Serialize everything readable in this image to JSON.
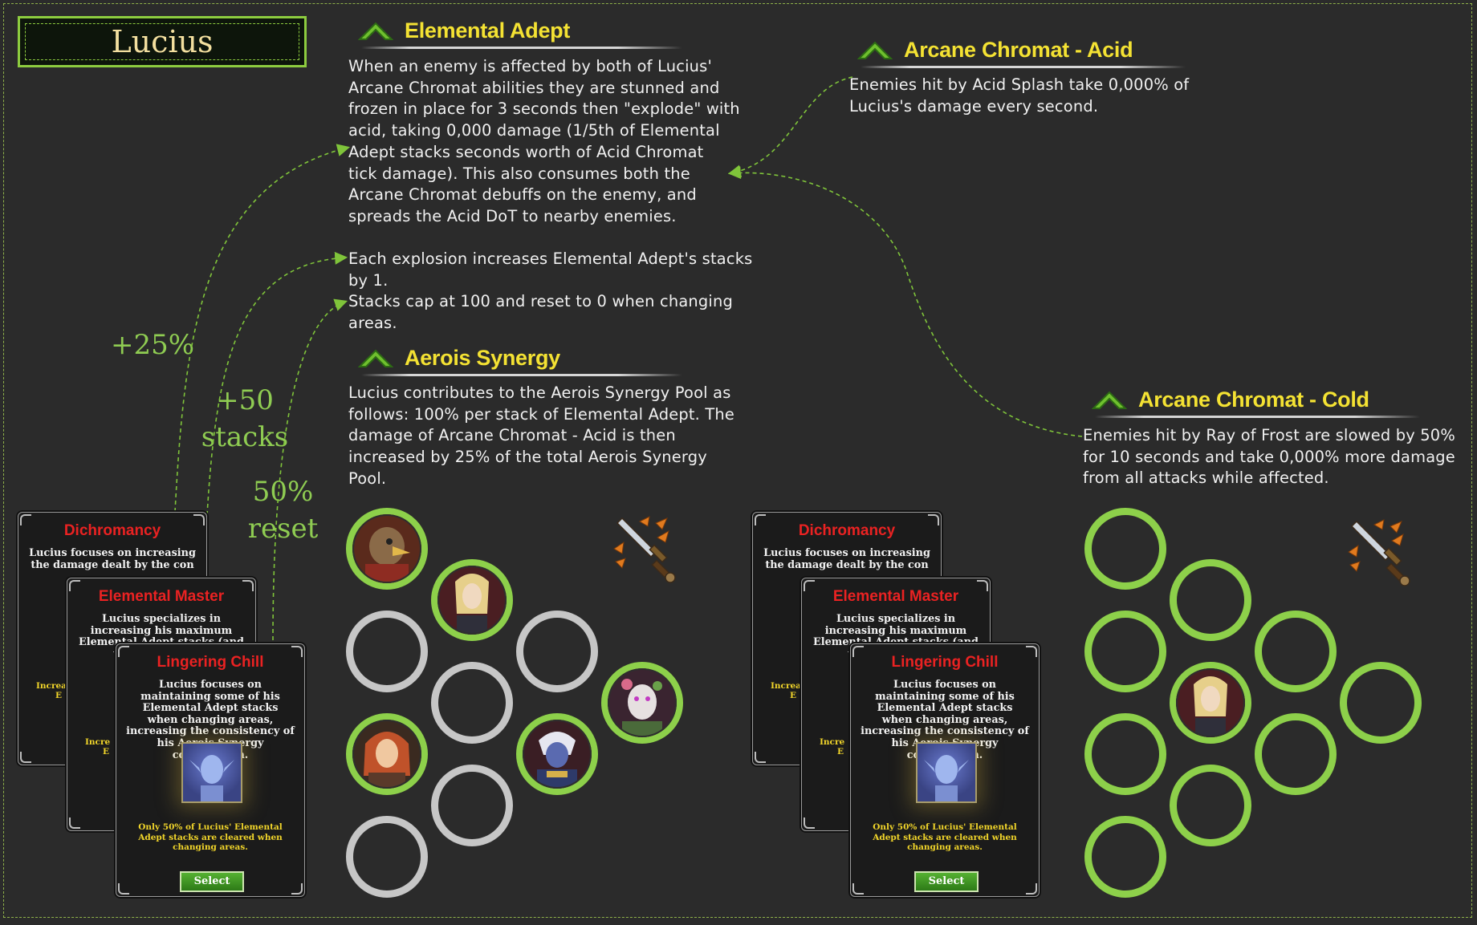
{
  "champion": {
    "name": "Lucius"
  },
  "abilities": [
    {
      "id": "elemental-adept",
      "title": "Elemental Adept",
      "description": "When an enemy is affected by both of Lucius'\nArcane Chromat abilities they are stunned and\nfrozen in place for 3 seconds then \"explode\" with\nacid, taking 0,000 damage (1/5th of Elemental\nAdept stacks seconds worth of Acid Chromat\ntick damage). This also consumes both the\nArcane Chromat debuffs on the enemy, and\nspreads the Acid DoT to nearby enemies.",
      "description_2": "Each explosion increases Elemental Adept's stacks\nby 1.\nStacks cap at 100 and reset to 0 when changing\nareas."
    },
    {
      "id": "arcane-chromat-acid",
      "title": "Arcane Chromat - Acid",
      "description": "Enemies hit by Acid Splash take 0,000% of\nLucius's damage every second."
    },
    {
      "id": "aerois-synergy",
      "title": "Aerois Synergy",
      "description": "Lucius contributes to the Aerois Synergy Pool as\nfollows: 100% per stack of Elemental Adept. The\ndamage of Arcane Chromat - Acid is then\nincreased by 25% of the total Aerois Synergy\nPool."
    },
    {
      "id": "arcane-chromat-cold",
      "title": "Arcane Chromat - Cold",
      "description": "Enemies hit by Ray of Frost are slowed by 50%\nfor 10 seconds and take 0,000% more damage\nfrom all attacks while affected."
    }
  ],
  "annotations": {
    "plus25": "+25%",
    "plus50_line1": "+50",
    "plus50_line2": "stacks",
    "reset_line1": "50%",
    "reset_line2": "reset"
  },
  "specialization_cards": {
    "dichromancy": {
      "title": "Dichromancy",
      "desc": "Lucius focuses on increasing the damage dealt by the con",
      "peek_1": "Increa",
      "peek_2": "E"
    },
    "elemental_master": {
      "title": "Elemental Master",
      "desc": "Lucius specializes in increasing his maximum Elemental Adept stacks (and therefore his cor",
      "peek_1": "Incre",
      "peek_2": "E"
    },
    "lingering_chill": {
      "title": "Lingering Chill",
      "desc": "Lucius focuses on maintaining some of his Elemental Adept stacks when changing areas, increasing the consistency of his Aerois Synergy contribution.",
      "bonus": "Only 50% of Lucius' Elemental Adept stacks are cleared when changing areas.",
      "button": "Select"
    }
  },
  "formation_left": {
    "slots": [
      {
        "state": "filled",
        "hero": "griffon-warrior-portrait"
      },
      {
        "state": "filled",
        "hero": "lucius-portrait"
      },
      {
        "state": "empty"
      },
      {
        "state": "empty"
      },
      {
        "state": "empty"
      },
      {
        "state": "filled",
        "hero": "masked-druid-portrait"
      },
      {
        "state": "filled",
        "hero": "red-haired-elf-portrait"
      },
      {
        "state": "filled",
        "hero": "drow-portrait"
      },
      {
        "state": "empty"
      },
      {
        "state": "empty"
      }
    ]
  },
  "formation_right": {
    "slots": [
      {
        "state": "valid-target"
      },
      {
        "state": "valid-target"
      },
      {
        "state": "valid-target"
      },
      {
        "state": "valid-target"
      },
      {
        "state": "filled",
        "hero": "lucius-portrait"
      },
      {
        "state": "valid-target"
      },
      {
        "state": "valid-target"
      },
      {
        "state": "valid-target"
      },
      {
        "state": "valid-target"
      },
      {
        "state": "valid-target"
      }
    ]
  },
  "icons": {
    "formation_strategy": "sword-with-arrows-icon",
    "ability_rank": "green-chevron-icon"
  },
  "colors": {
    "accent_green": "#8dd04a",
    "title_yellow": "#f4e233",
    "card_title_red": "#ea2222",
    "background": "#2b2b2b"
  }
}
